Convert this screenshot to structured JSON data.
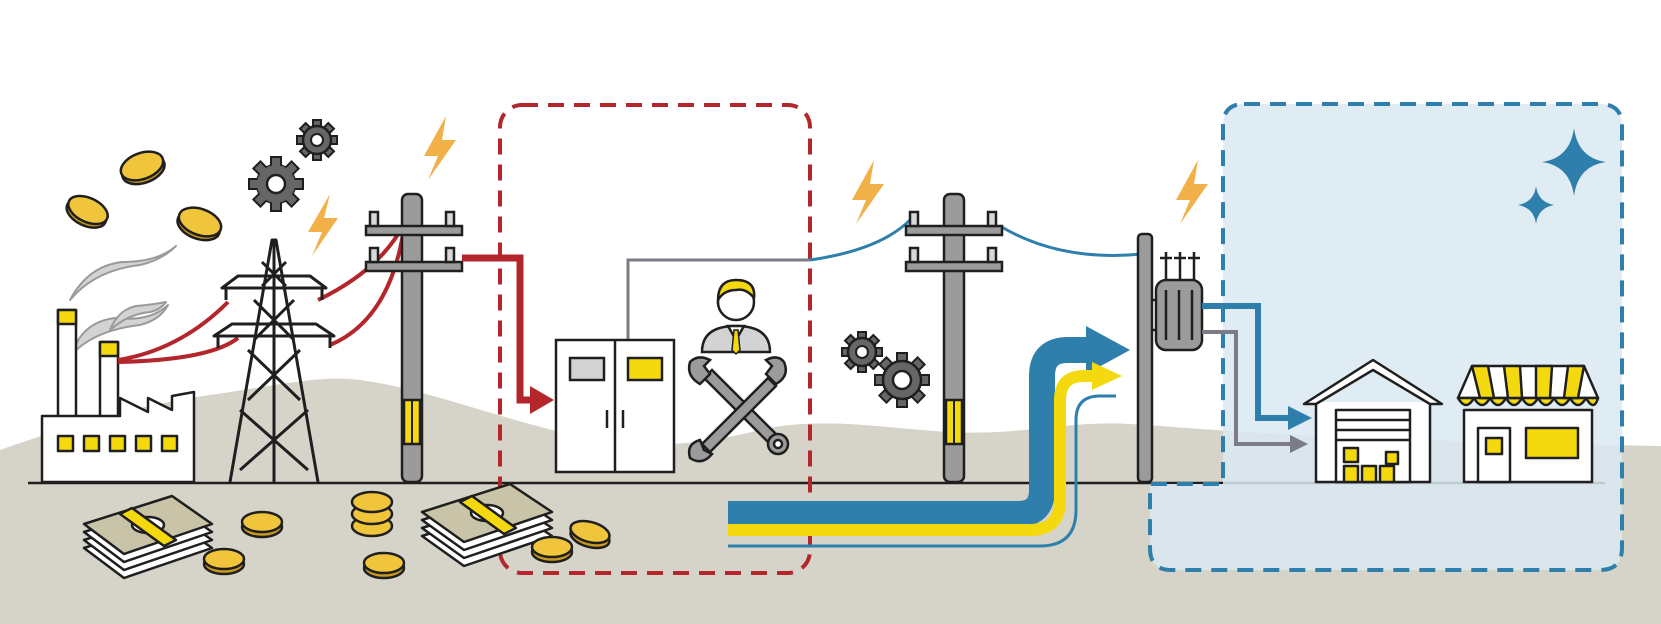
{
  "diagram": {
    "colors": {
      "background": "#ffffff",
      "ground": "#d6d4c8",
      "outline": "#1f1f1f",
      "accent_red": "#b3262b",
      "accent_blue": "#2e7fab",
      "accent_yellow": "#f5d90f",
      "accent_gray": "#7c7c86",
      "coin_gold": "#f0c53c",
      "bolt_orange": "#f2b048",
      "gear_gray": "#666666",
      "pole_gray": "#9b9b9b",
      "zone_blue_fill": "#dbe9f2",
      "money_green": "#c9c3a7"
    },
    "sections": [
      {
        "name": "power-generation",
        "icons": [
          "factory-icon",
          "transmission-tower-icon",
          "utility-pole-icon",
          "coin-icon",
          "banknote-stack-icon",
          "gear-icon",
          "lightning-bolt-icon"
        ]
      },
      {
        "name": "maintenance-zone",
        "border": "dashed-red",
        "icons": [
          "electrical-cabinet-icon",
          "technician-icon",
          "wrench-icon"
        ]
      },
      {
        "name": "distribution",
        "icons": [
          "utility-pole-icon",
          "gear-icon",
          "lightning-bolt-icon",
          "flow-arrow-icon"
        ]
      },
      {
        "name": "consumer-zone",
        "border": "dashed-blue",
        "icons": [
          "transformer-pole-icon",
          "warehouse-icon",
          "storefront-icon",
          "sparkle-icon"
        ]
      }
    ]
  }
}
